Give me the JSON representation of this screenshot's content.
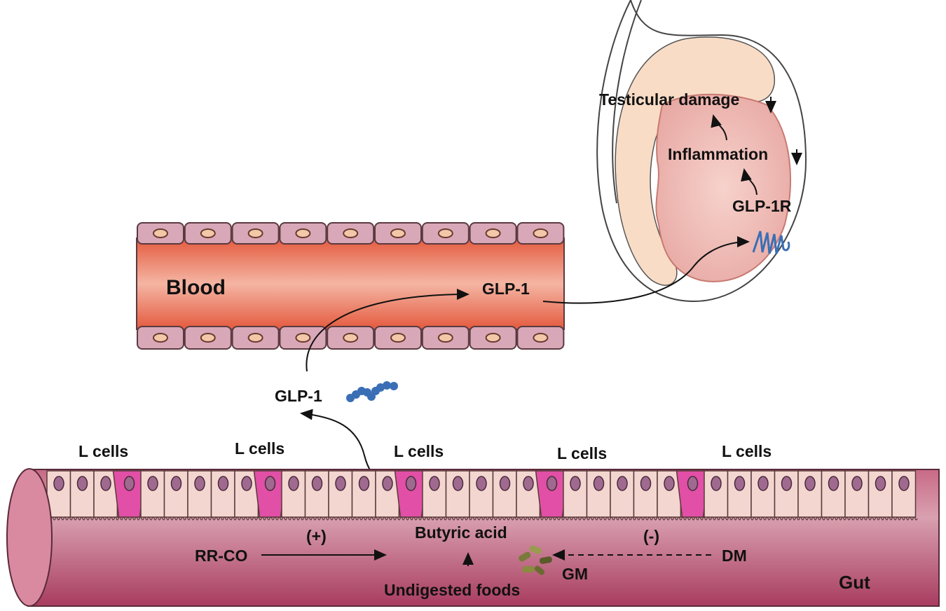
{
  "labels": {
    "testicular_damage": "Testicular damage",
    "inflammation": "Inflammation",
    "glp1r": "GLP-1R",
    "blood": "Blood",
    "glp1_blood": "GLP-1",
    "glp1_free": "GLP-1",
    "l_cells": [
      "L cells",
      "L cells",
      "L cells",
      "L cells",
      "L cells"
    ],
    "butyric_acid": "Butyric acid",
    "rr_co": "RR-CO",
    "plus": "(+)",
    "minus": "(-)",
    "dm": "DM",
    "gm": "GM",
    "undigested_foods": "Undigested foods",
    "gut": "Gut"
  },
  "colors": {
    "gut_body": "#b8506e",
    "gut_cell": "#f3d6d0",
    "l_cell": "#e14fa6",
    "blood": "#ea6a50",
    "vessel_cell": "#d9a8b8",
    "testis": "#f2c3bd",
    "epididymis": "#f8dcc6",
    "glp1_molecule": "#3a6fb5"
  }
}
